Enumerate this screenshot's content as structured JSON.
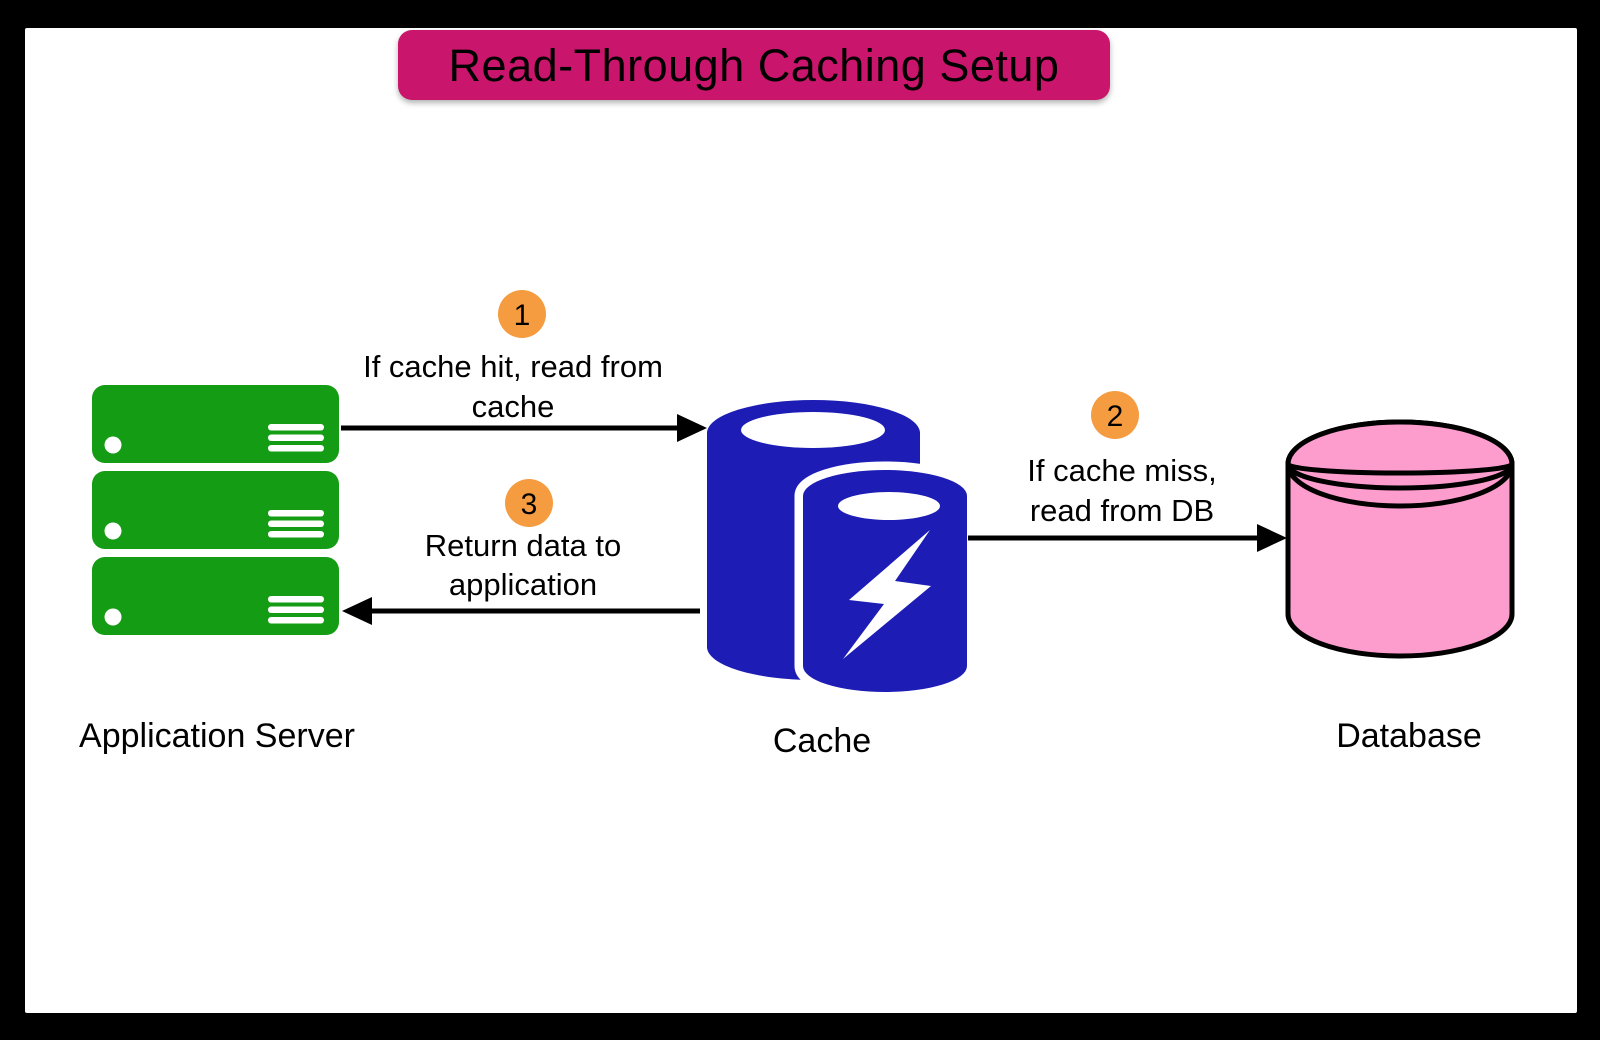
{
  "title": {
    "text": "Read-Through Caching Setup"
  },
  "nodes": {
    "app_server": {
      "label": "Application Server",
      "icon": "server-stack-icon"
    },
    "cache": {
      "label": "Cache",
      "icon": "cache-cylinders-lightning-icon"
    },
    "database": {
      "label": "Database",
      "icon": "database-cylinder-icon"
    }
  },
  "steps": [
    {
      "num": "1",
      "line1": "If cache hit, read from",
      "line2": "cache",
      "from": "app_server",
      "to": "cache"
    },
    {
      "num": "2",
      "line1": "If cache miss,",
      "line2": "read from DB",
      "from": "cache",
      "to": "database"
    },
    {
      "num": "3",
      "line1": "Return data to",
      "line2": "application",
      "from": "cache",
      "to": "app_server"
    }
  ],
  "colors": {
    "frame_black": "#000000",
    "canvas_white": "#FFFFFF",
    "title_bg": "#C9156B",
    "title_text": "#FFFFFF",
    "server_green": "#149C14",
    "cache_blue": "#1D1DB5",
    "database_pink": "#FC9DCD",
    "step_badge_orange": "#F59B40",
    "arrow_black": "#000000"
  }
}
